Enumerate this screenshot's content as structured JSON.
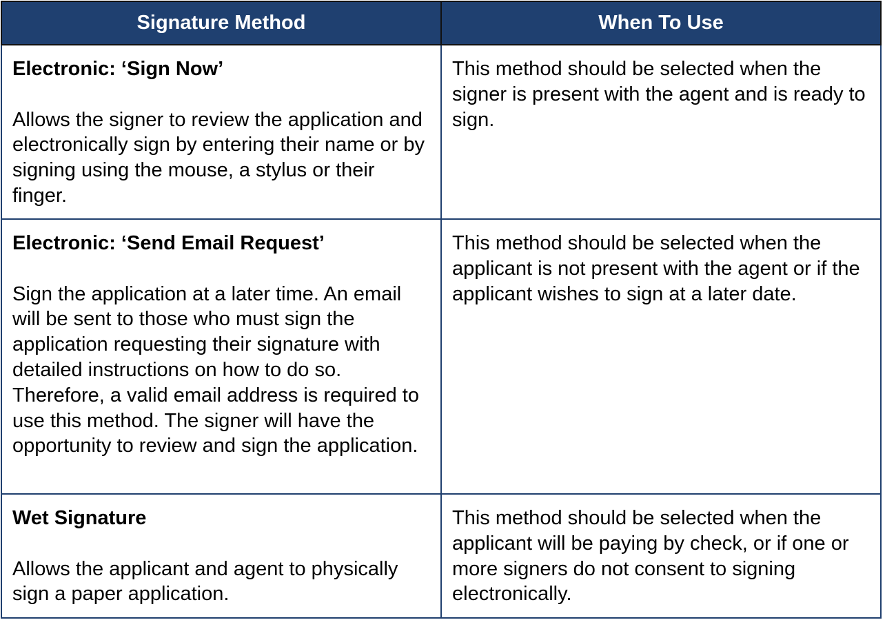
{
  "headers": [
    "Signature Method",
    "When To Use"
  ],
  "rows": [
    {
      "method_title": "Electronic: ‘Sign Now’",
      "method_description": "Allows the signer to review the application and electronically sign by entering their name or by signing using the mouse, a stylus or their finger.",
      "when_to_use": "This method should be selected when the signer is present with the agent and is ready to sign."
    },
    {
      "method_title": "Electronic: ‘Send Email Request’",
      "method_description": "Sign the application at a later time. An email will be sent to those who must sign the application requesting their signature with detailed instructions on how to do so. Therefore, a valid email address is required to use this method. The signer will have the opportunity to review and sign the application.",
      "when_to_use": "This method should be selected when the applicant is not present with the agent or if the applicant wishes to sign at a later date."
    },
    {
      "method_title": "Wet Signature",
      "method_description": "Allows the applicant and agent to physically sign a paper application.",
      "when_to_use": "This method should be selected when the applicant will be paying by check, or if one or more signers do not consent to signing electronically."
    }
  ],
  "colors": {
    "header_bg": "#1f4070",
    "border": "#1f3f6e"
  }
}
